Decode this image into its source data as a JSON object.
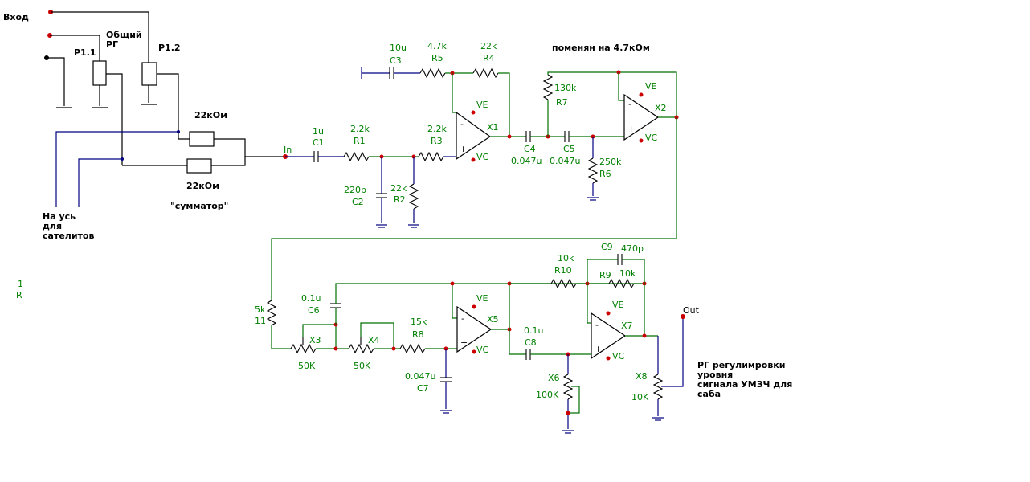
{
  "labels": {
    "input": "Вход",
    "common_rg": "Общий",
    "common_rg2": "РГ",
    "p11": "P1.1",
    "p12": "P1.2",
    "r22k_top": "22кОм",
    "r22k_bot": "22кОм",
    "summator": "\"сумматор\"",
    "na_us": "На усь",
    "dlya": "для",
    "satelitov": "сателитов",
    "one": "1",
    "r": "R",
    "in": "In",
    "out": "Out",
    "note_r4": "поменян на 4.7кОм",
    "rg_line1": "РГ регулимровки",
    "rg_line2": "уровня",
    "rg_line3": "сигнала УМЗЧ для",
    "rg_line4": "саба"
  },
  "components": {
    "c1": {
      "name": "C1",
      "value": "1u"
    },
    "r1": {
      "name": "R1",
      "value": "2.2k"
    },
    "c2": {
      "name": "C2",
      "value": "220p"
    },
    "r2": {
      "name": "R2",
      "value": "22k"
    },
    "r3": {
      "name": "R3",
      "value": "2.2k"
    },
    "c3": {
      "name": "C3",
      "value": "10u"
    },
    "r5": {
      "name": "R5",
      "value": "4.7k"
    },
    "r4": {
      "name": "R4",
      "value": "22k"
    },
    "x1": {
      "name": "X1",
      "ve": "VE",
      "vc": "VC"
    },
    "c4": {
      "name": "C4",
      "value": "0.047u"
    },
    "c5": {
      "name": "C5",
      "value": "0.047u"
    },
    "r7": {
      "name": "R7",
      "value": "130k"
    },
    "r6": {
      "name": "R6",
      "value": "250k"
    },
    "x2": {
      "name": "X2",
      "ve": "VE",
      "vc": "VC"
    },
    "r11": {
      "name": "11",
      "value": "5k"
    },
    "c6": {
      "name": "C6",
      "value": "0.1u"
    },
    "x3": {
      "name": "X3",
      "value": "50K"
    },
    "x4": {
      "name": "X4",
      "value": "50K"
    },
    "r8": {
      "name": "R8",
      "value": "15k"
    },
    "c7": {
      "name": "C7",
      "value": "0.047u"
    },
    "x5": {
      "name": "X5",
      "ve": "VE",
      "vc": "VC"
    },
    "c8": {
      "name": "C8",
      "value": "0.1u"
    },
    "x6": {
      "name": "X6",
      "value": "100K"
    },
    "r10": {
      "name": "R10",
      "value": "10k"
    },
    "r9": {
      "name": "R9",
      "value": "10k"
    },
    "c9": {
      "name": "C9",
      "value": "470p"
    },
    "x7": {
      "name": "X7",
      "ve": "VE",
      "vc": "VC"
    },
    "x8": {
      "name": "X8",
      "value": "10K"
    }
  },
  "colors": {
    "wire_blue": "#000080",
    "wire_green": "#007000",
    "node_red": "#cc0000",
    "label_green": "#008000"
  }
}
